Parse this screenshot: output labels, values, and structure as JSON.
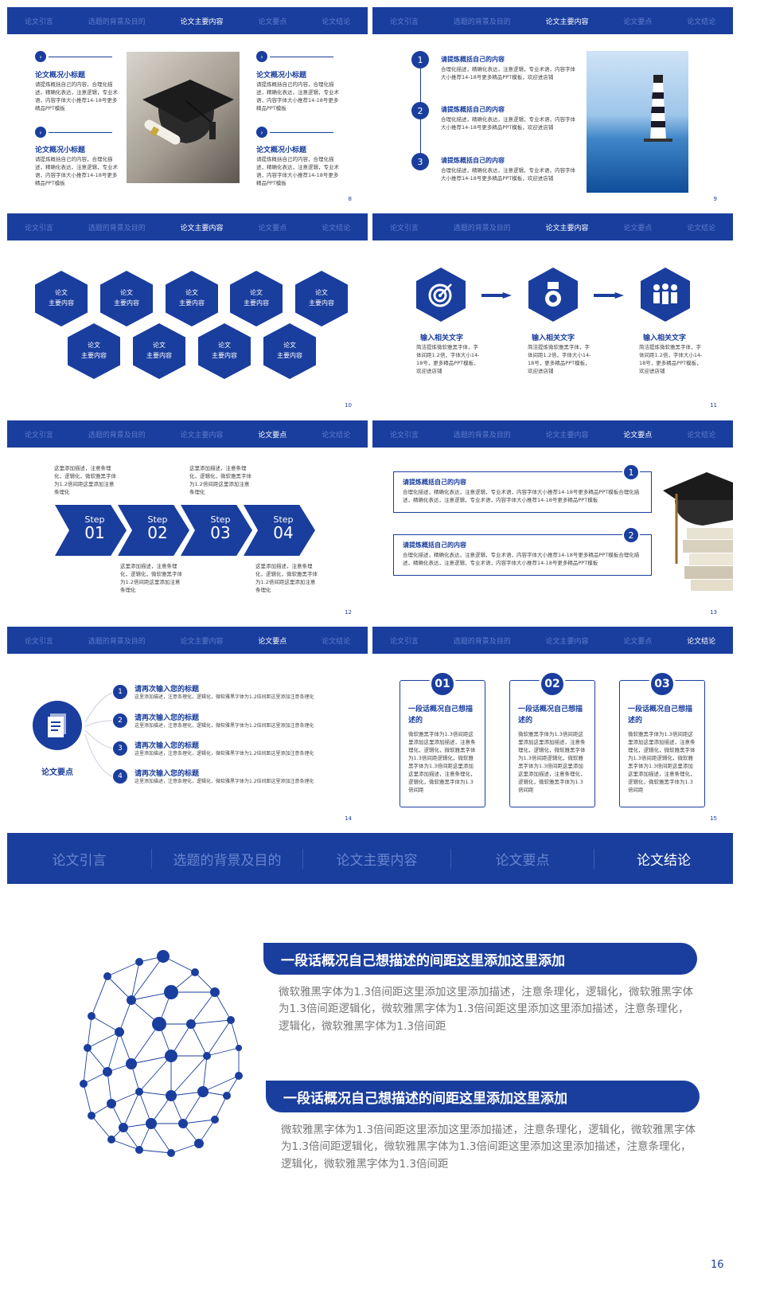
{
  "nav_items": [
    "论文引言",
    "选题的背景及目的",
    "论文主要内容",
    "论文要点",
    "论文结论"
  ],
  "s8": {
    "page": "8",
    "blocks": [
      {
        "title": "论文概况小标题",
        "text": "请提炼概括自己的内容，合理化描述，精确化表达，注意逻辑，专业术语，内容字体大小推荐14-18号更多精品PPT模板"
      },
      {
        "title": "论文概况小标题",
        "text": "请提炼概括自己的内容，合理化描述，精确化表达，注意逻辑，专业术语，内容字体大小推荐14-18号更多精品PPT模板"
      },
      {
        "title": "论文概况小标题",
        "text": "请提炼概括自己的内容，合理化描述，精确化表达，注意逻辑，专业术语，内容字体大小推荐14-18号更多精品PPT模板"
      },
      {
        "title": "论文概况小标题",
        "text": "请提炼概括自己的内容，合理化描述，精确化表达，注意逻辑，专业术语，内容字体大小推荐14-18号更多精品PPT模板"
      }
    ]
  },
  "s9": {
    "page": "9",
    "items": [
      {
        "num": "1",
        "title": "请提炼概括自己的内容",
        "text": "合理化描述，精确化表达，注意逻辑，专业术语，内容字体大小推荐14-18号更多精品PPT模板，欢迎进店铺"
      },
      {
        "num": "2",
        "title": "请提炼概括自己的内容",
        "text": "合理化描述，精确化表达，注意逻辑，专业术语，内容字体大小推荐14-18号更多精品PPT模板，欢迎进店铺"
      },
      {
        "num": "3",
        "title": "请提炼概括自己的内容",
        "text": "合理化描述，精确化表达，注意逻辑，专业术语，内容字体大小推荐14-18号更多精品PPT模板，欢迎进店铺"
      }
    ]
  },
  "s10": {
    "page": "10",
    "hex_l1": "论文",
    "hex_l2": "主要内容"
  },
  "s11": {
    "page": "11",
    "items": [
      {
        "icon": "target-icon",
        "title": "输入相关文字",
        "text": "简洁提炼微软雅黑字体，字体间距1.2倍，字体大小14-18号，更多精品PPT模板，欢迎进店铺"
      },
      {
        "icon": "medal-icon",
        "title": "输入相关文字",
        "text": "简洁提炼微软雅黑字体，字体间距1.2倍，字体大小14-18号，更多精品PPT模板，欢迎进店铺"
      },
      {
        "icon": "team-icon",
        "title": "输入相关文字",
        "text": "简洁提炼微软雅黑字体，字体间距1.2倍，字体大小14-18号，更多精品PPT模板，欢迎进店铺"
      }
    ]
  },
  "s12": {
    "page": "12",
    "step_label": "Step",
    "steps": [
      "01",
      "02",
      "03",
      "04"
    ],
    "desc": "这里添加描述，注意条理化，逻辑化，微软雅黑字体为1.2倍间距这里添加注意条理化"
  },
  "s13": {
    "page": "13",
    "items": [
      {
        "num": "1",
        "title": "请提炼概括自己的内容",
        "text": "合理化描述，精确化表达，注意逻辑，专业术语，内容字体大小推荐14-18号更多精品PPT模板合理化描述，精确化表达，注意逻辑，专业术语，内容字体大小推荐14-18号更多精品PPT模板"
      },
      {
        "num": "2",
        "title": "请提炼概括自己的内容",
        "text": "合理化描述，精确化表达，注意逻辑，专业术语，内容字体大小推荐14-18号更多精品PPT模板合理化描述，精确化表达，注意逻辑，专业术语，内容字体大小推荐14-18号更多精品PPT模板"
      }
    ]
  },
  "s14": {
    "page": "14",
    "center_label": "论文要点",
    "items": [
      {
        "num": "1",
        "title": "请再次输入您的标题",
        "text": "这里添加描述，注意条理化，逻辑化，微软雅黑字体为1.2倍间距这里添加注意条理化"
      },
      {
        "num": "2",
        "title": "请再次输入您的标题",
        "text": "这里添加描述，注意条理化，逻辑化，微软雅黑字体为1.2倍间距这里添加注意条理化"
      },
      {
        "num": "3",
        "title": "请再次输入您的标题",
        "text": "这里添加描述，注意条理化，逻辑化，微软雅黑字体为1.2倍间距这里添加注意条理化"
      },
      {
        "num": "4",
        "title": "请再次输入您的标题",
        "text": "这里添加描述，注意条理化，逻辑化，微软雅黑字体为1.2倍间距这里添加注意条理化"
      }
    ]
  },
  "s15": {
    "page": "15",
    "cards": [
      {
        "num": "01",
        "title": "一段话概况自己想描述的",
        "text": "微软雅黑字体为1.3倍间距这里添加这里添加描述，注意条理化，逻辑化，微软雅黑字体为1.3倍间距逻辑化，微软雅黑字体为1.3倍间距这里添加这里添加描述，注意条理化，逻辑化，微软雅黑字体为1.3倍间距"
      },
      {
        "num": "02",
        "title": "一段话概况自己想描述的",
        "text": "微软雅黑字体为1.3倍间距这里添加这里添加描述，注意条理化，逻辑化，微软雅黑字体为1.3倍间距逻辑化，微软雅黑字体为1.3倍间距这里添加这里添加描述，注意条理化，逻辑化，微软雅黑字体为1.3倍间距"
      },
      {
        "num": "03",
        "title": "一段话概况自己想描述的",
        "text": "微软雅黑字体为1.3倍间距这里添加这里添加描述，注意条理化，逻辑化，微软雅黑字体为1.3倍间距逻辑化，微软雅黑字体为1.3倍间距这里添加这里添加描述，注意条理化，逻辑化，微软雅黑字体为1.3倍间距"
      }
    ]
  },
  "s16": {
    "page": "16",
    "blocks": [
      {
        "title": "一段话概况自己想描述的间距这里添加这里添加",
        "text": "微软雅黑字体为1.3倍间距这里添加这里添加描述，注意条理化，逻辑化，微软雅黑字体为1.3倍间距逻辑化，微软雅黑字体为1.3倍间距这里添加这里添加描述，注意条理化，逻辑化，微软雅黑字体为1.3倍间距"
      },
      {
        "title": "一段话概况自己想描述的间距这里添加这里添加",
        "text": "微软雅黑字体为1.3倍间距这里添加这里添加描述，注意条理化，逻辑化，微软雅黑字体为1.3倍间距逻辑化，微软雅黑字体为1.3倍间距这里添加这里添加描述，注意条理化，逻辑化，微软雅黑字体为1.3倍间距"
      }
    ]
  },
  "colors": {
    "primary": "#1a3e9e",
    "nav_dim": "#5f7ccc"
  }
}
